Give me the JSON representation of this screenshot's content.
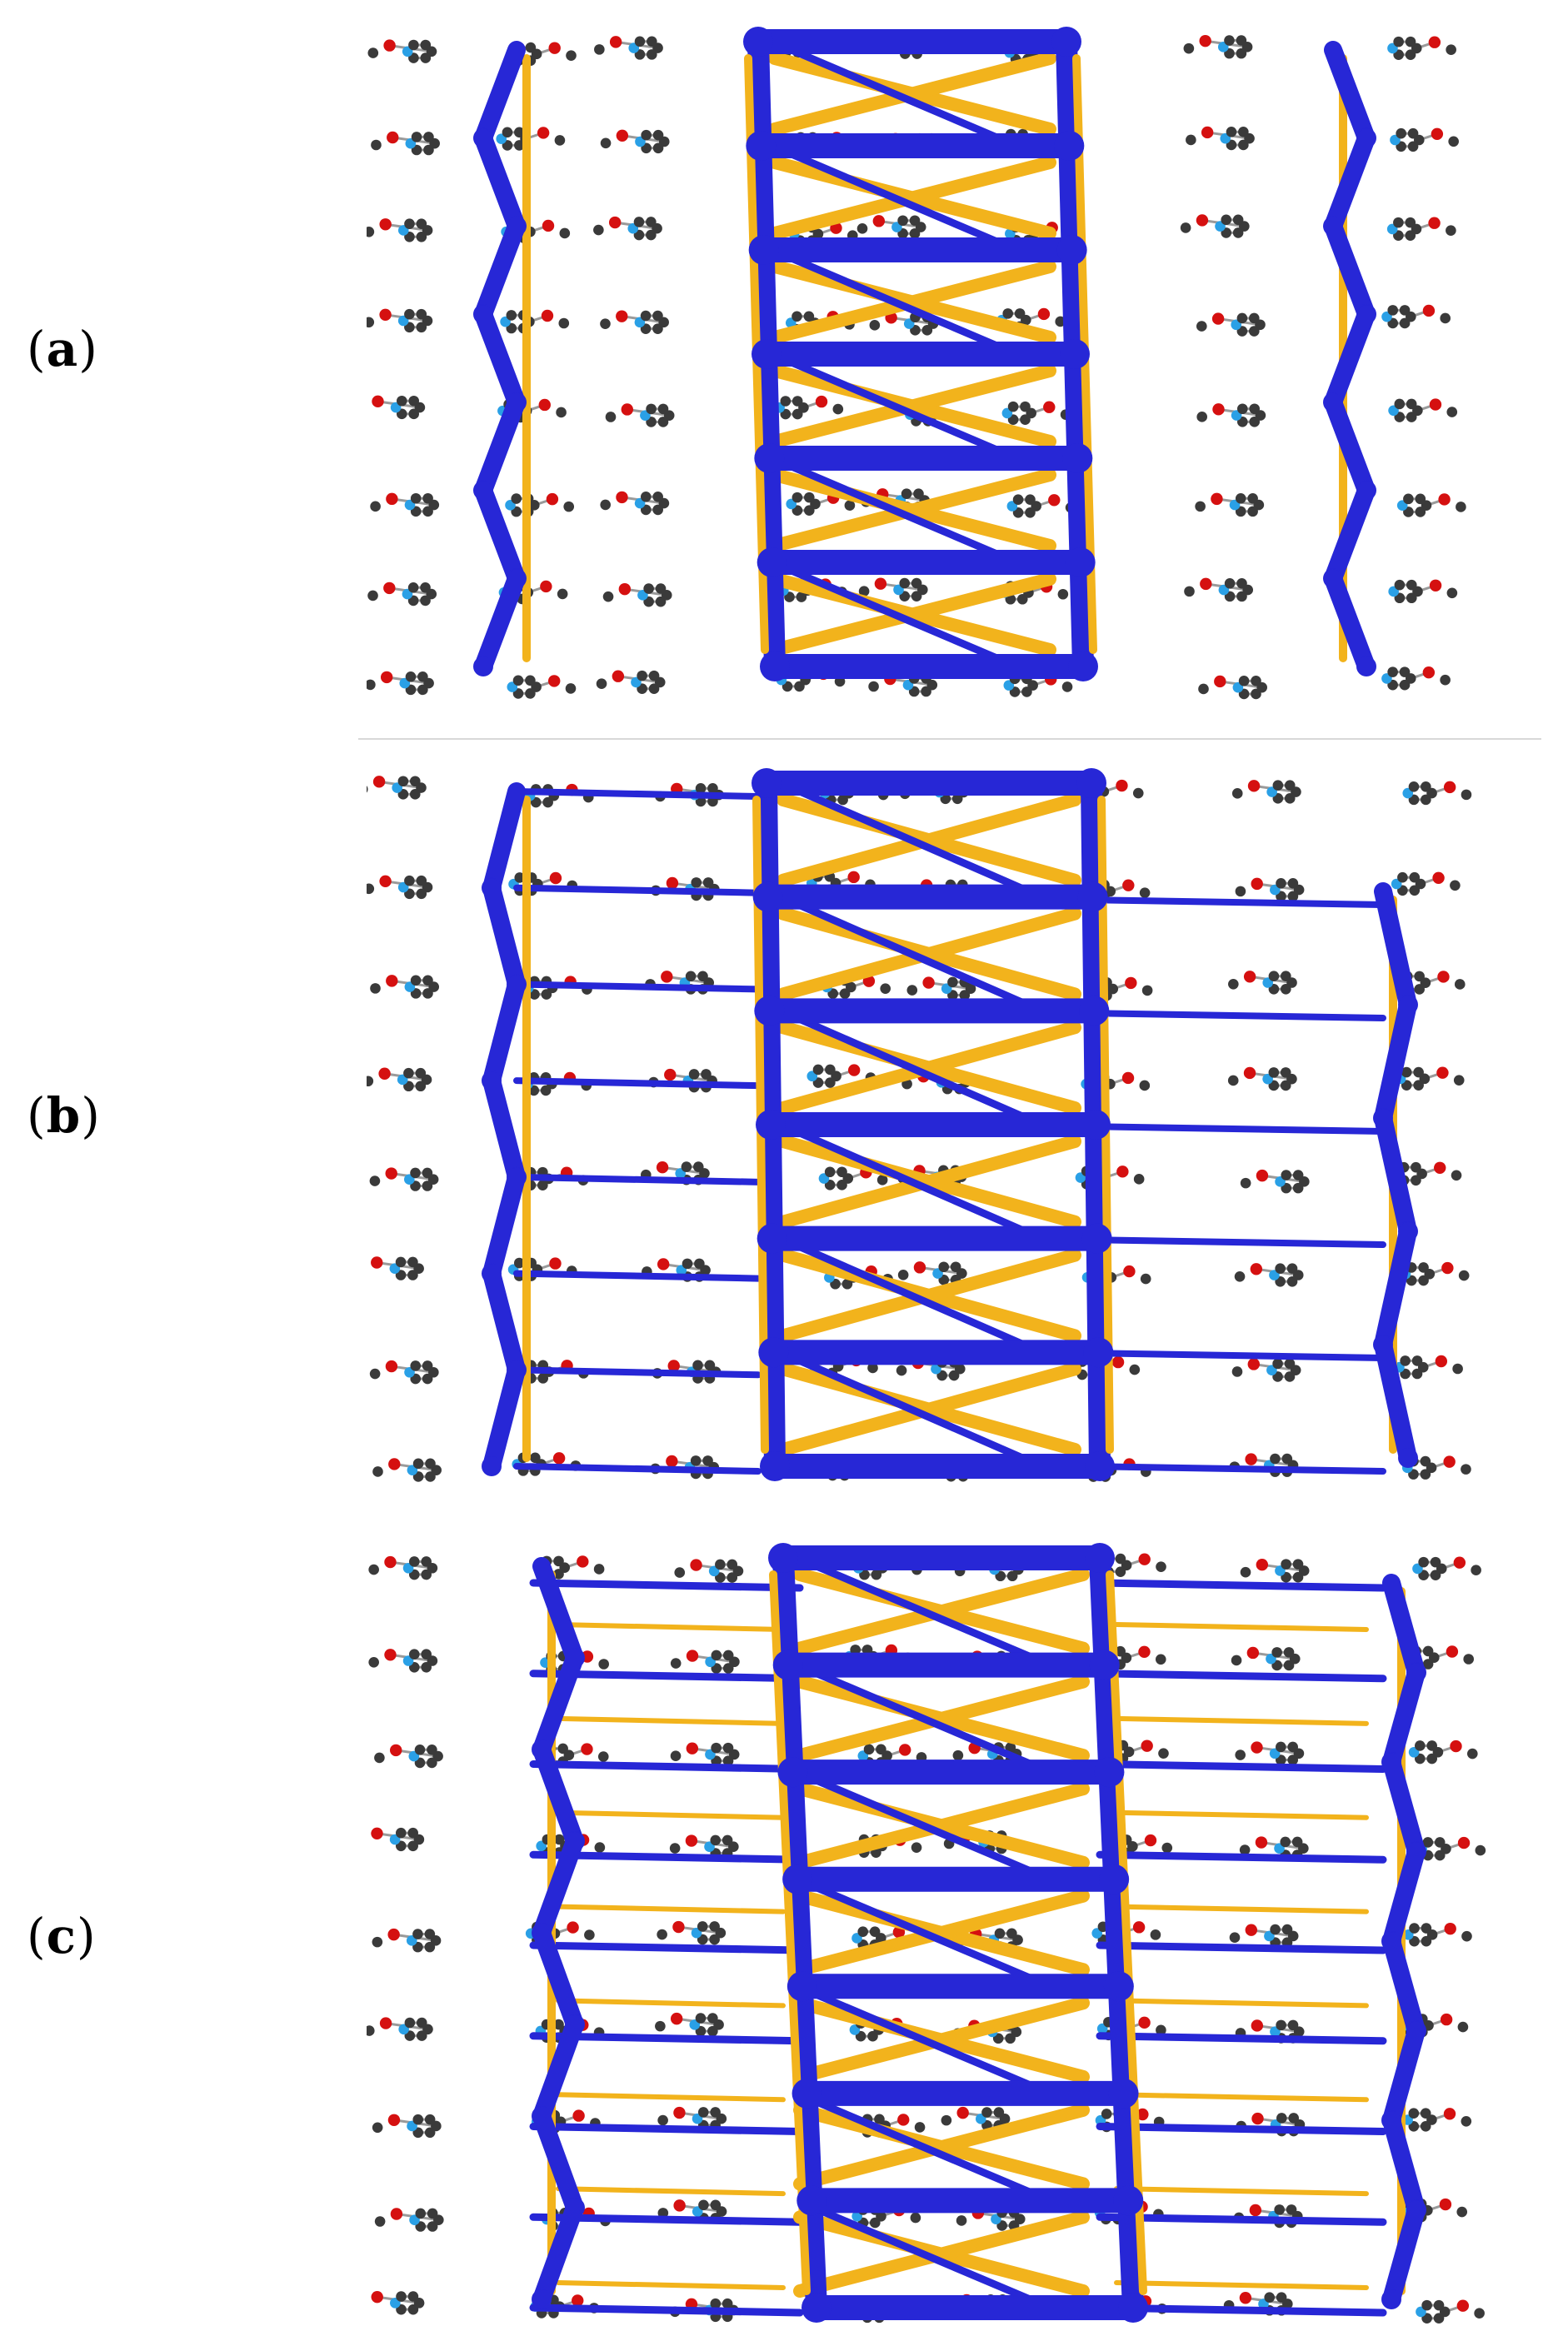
{
  "panels": [
    {
      "id": "a",
      "label_open": "(",
      "label_letter": "a",
      "label_close": ")"
    },
    {
      "id": "b",
      "label_open": "(",
      "label_letter": "b",
      "label_close": ")"
    },
    {
      "id": "c",
      "label_open": "(",
      "label_letter": "c",
      "label_close": ")"
    }
  ],
  "colors": {
    "framework_blue": "#2727d6",
    "framework_yellow": "#f2b31c",
    "carbon_atom": "#3a3a3a",
    "oxygen_atom": "#d51010",
    "nitrogen_atom": "#2aa0e6",
    "bond": "#9a9a9a",
    "divider": "#d8d8d8"
  }
}
